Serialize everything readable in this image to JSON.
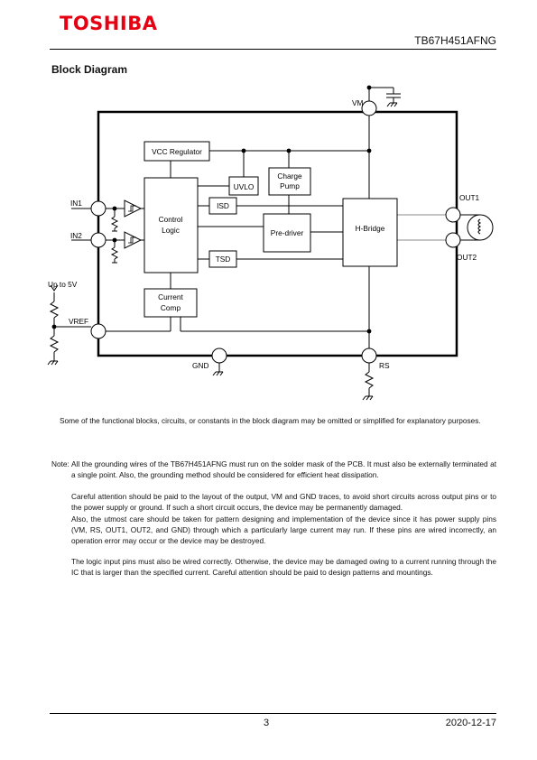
{
  "header": {
    "brand": "TOSHIBA",
    "part_number": "TB67H451AFNG"
  },
  "section_title": "Block Diagram",
  "diagram": {
    "pin_vm": "VM",
    "pin_in1": "IN1",
    "pin_in2": "IN2",
    "pin_out1": "OUT1",
    "pin_out2": "OUT2",
    "pin_vref": "VREF",
    "pin_gnd": "GND",
    "pin_rs": "RS",
    "vref_supply": "Up to 5V",
    "vcc_regulator": "VCC Regulator",
    "uvlo": "UVLO",
    "charge_pump_line1": "Charge",
    "charge_pump_line2": "Pump",
    "control_logic_line1": "Control",
    "control_logic_line2": "Logic",
    "isd": "ISD",
    "tsd": "TSD",
    "pre_driver": "Pre-driver",
    "h_bridge": "H-Bridge",
    "current_comp_line1": "Current",
    "current_comp_line2": "Comp"
  },
  "caption": "Some of the functional blocks, circuits, or constants in the block diagram may be omitted or simplified for explanatory purposes.",
  "note": {
    "label": "Note:",
    "p1": "All the grounding wires of the TB67H451AFNG must run on the solder mask of the PCB. It must also be externally terminated at a single point. Also, the grounding method should be considered for efficient heat dissipation.",
    "p2": "Careful attention should be paid to the layout of the output, VM and GND traces, to avoid short circuits across output pins or to the power supply or ground. If such a short circuit occurs, the device may be permanently damaged.",
    "p3": "Also, the utmost care should be taken for pattern designing and implementation of the device since it has power supply pins (VM, RS, OUT1, OUT2, and GND) through which a particularly large current may run. If these pins are wired incorrectly, an operation error may occur or the device may be destroyed.",
    "p4": "The logic input pins must also be wired correctly. Otherwise, the device may be damaged owing to a current running through the IC that is larger than the specified current. Careful attention should be paid to design patterns and mountings."
  },
  "footer": {
    "page": "3",
    "date": "2020-12-17"
  }
}
